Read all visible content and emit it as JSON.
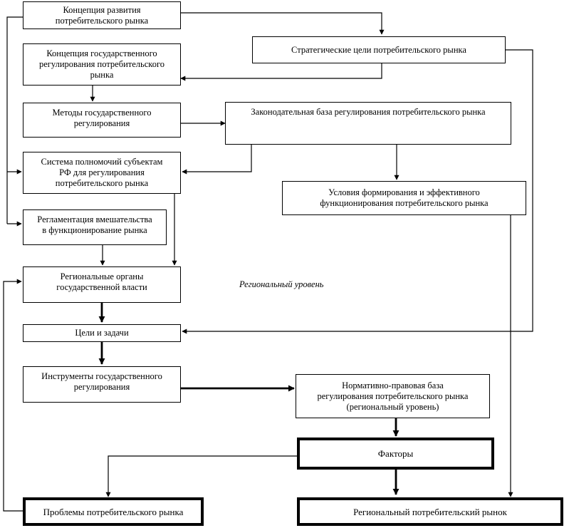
{
  "boxes": {
    "b1": "Концепция развития\nпотребительского рынка",
    "b2": "Стратегические цели потребительского рынка",
    "b3": "Концепция государственного\nрегулирования потребительского\nрынка",
    "b4": "Методы государственного\nрегулирования",
    "b5": "Законодательная база регулирования потребительского рынка",
    "b6": "Система полномочий субъектам\nРФ для регулирования\nпотребительского рынка",
    "b7": "Условия формирования и эффективного\nфункционирования потребительского рынка",
    "b8": "Регламентация вмешательства\nв функционирование рынка",
    "b9": "Региональные органы\nгосударственной власти",
    "b10": "Цели и задачи",
    "b11": "Инструменты государственного\nрегулирования",
    "b12": "Нормативно-правовая база\nрегулирования потребительского рынка\n(региональный уровень)",
    "b13": "Факторы",
    "b14": "Проблемы потребительского рынка",
    "b15": "Региональный потребительский рынок"
  },
  "labels": {
    "regional": "Региональный уровень"
  },
  "colors": {
    "line": "#000000",
    "background": "#ffffff"
  }
}
